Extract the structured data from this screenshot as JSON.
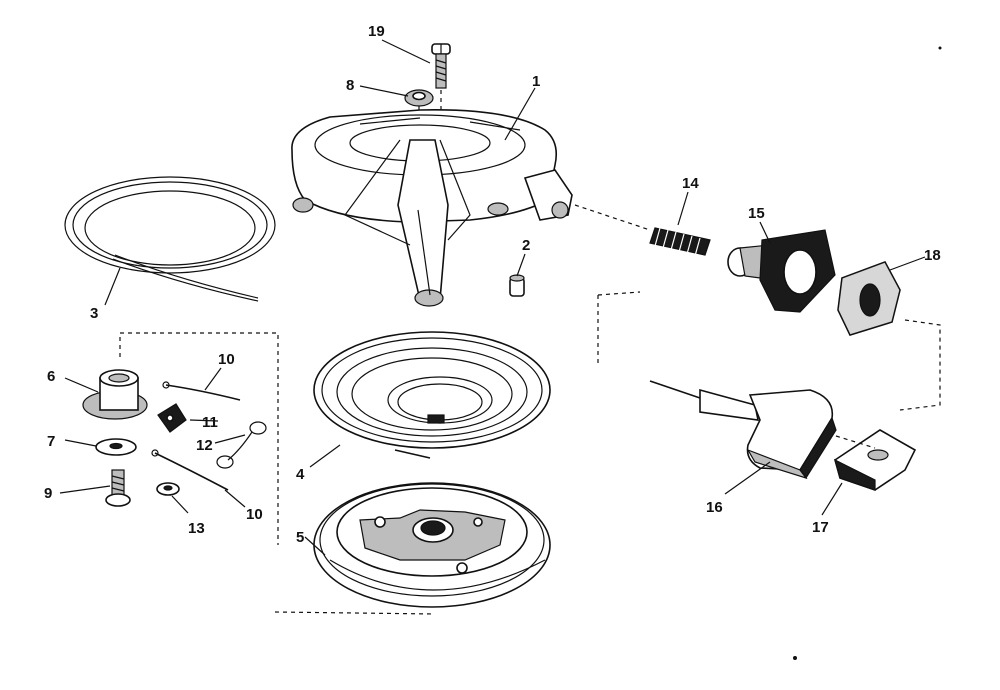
{
  "callouts": {
    "p1": "1",
    "p2": "2",
    "p3": "3",
    "p4": "4",
    "p5": "5",
    "p6": "6",
    "p7": "7",
    "p8": "8",
    "p9": "9",
    "p10a": "10",
    "p10b": "10",
    "p11": "11",
    "p12": "12",
    "p13": "13",
    "p14": "14",
    "p15": "15",
    "p16": "16",
    "p17": "17",
    "p18": "18",
    "p19": "19"
  }
}
